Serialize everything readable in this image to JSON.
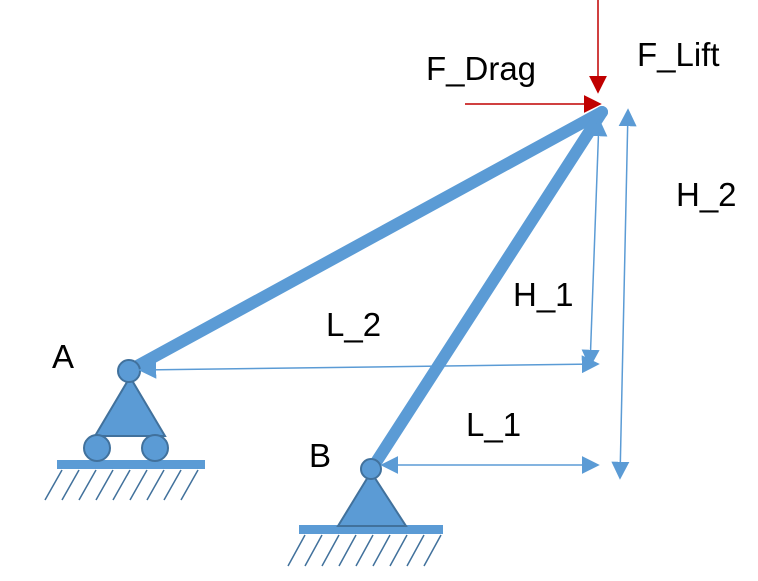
{
  "labels": {
    "f_drag": "F_Drag",
    "f_lift": "F_Lift",
    "h_2": "H_2",
    "h_1": "H_1",
    "l_2": "L_2",
    "l_1": "L_1",
    "a": "A",
    "b": "B"
  },
  "colors": {
    "member": "#5b9bd5",
    "member_stroke": "#41719c",
    "force": "#c00000",
    "text": "#000000"
  }
}
